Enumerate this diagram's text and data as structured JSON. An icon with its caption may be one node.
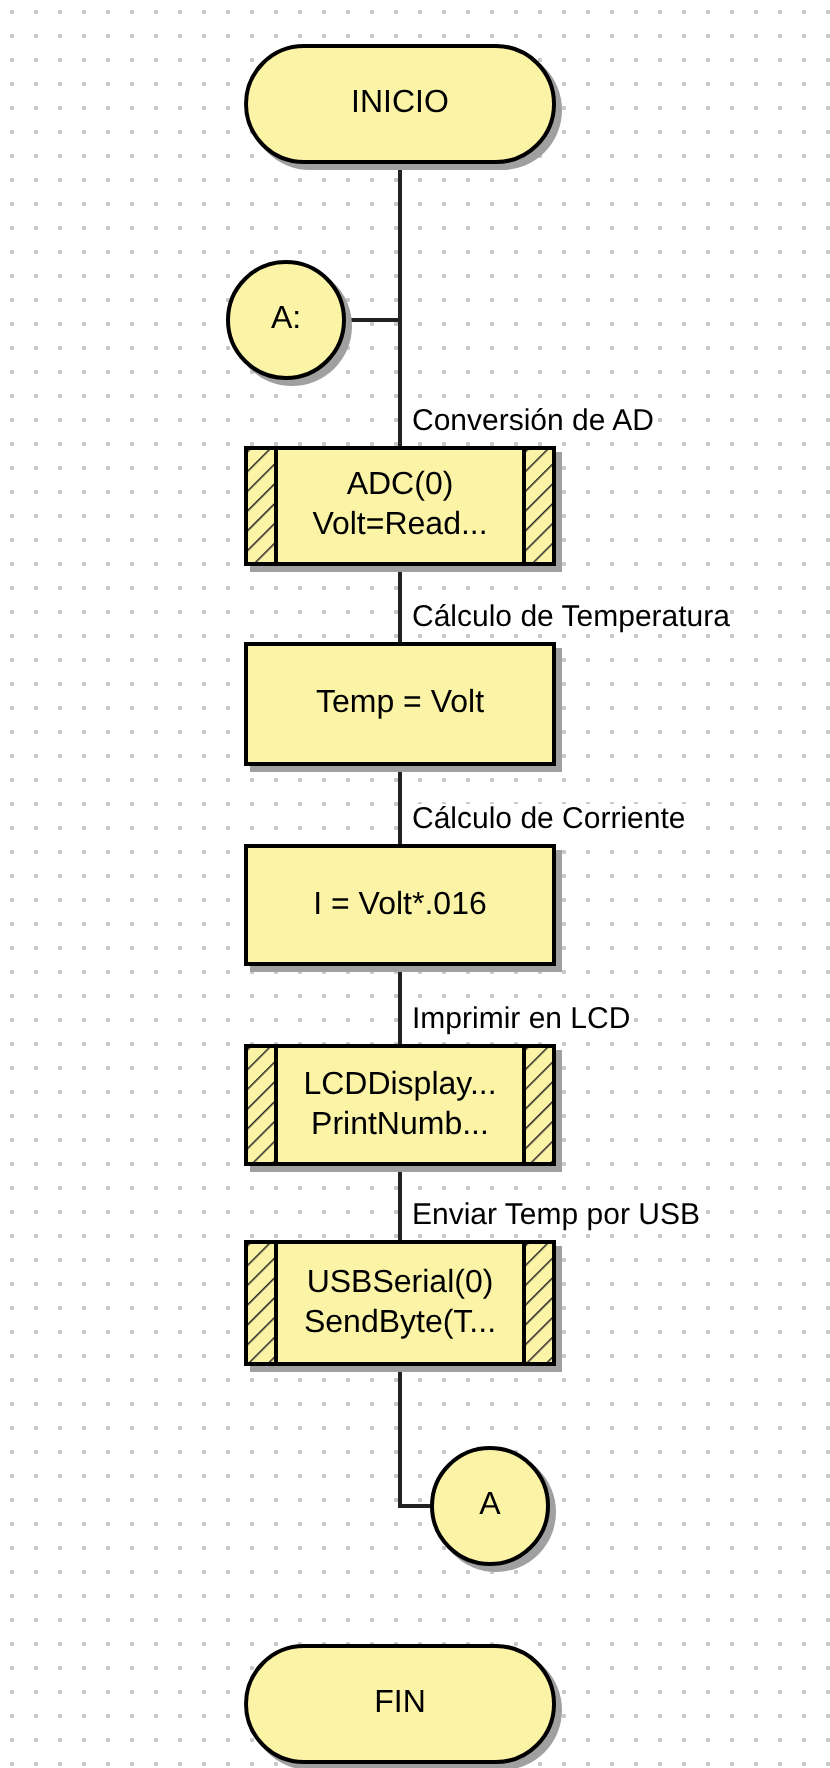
{
  "diagram": {
    "nodes": [
      {
        "text": [
          "INICIO"
        ]
      },
      {
        "text": [
          "A:"
        ]
      },
      {
        "text": [
          "ADC(0)",
          "Volt=Read..."
        ],
        "beside": [
          "Conversión de AD"
        ]
      },
      {
        "text": [
          "Temp = Volt"
        ],
        "beside": [
          "Cálculo de Temperatura"
        ]
      },
      {
        "text": [
          "I = Volt*.016"
        ],
        "beside": [
          "Cálculo de Corriente"
        ]
      },
      {
        "text": [
          "LCDDisplay...",
          "PrintNumb..."
        ],
        "beside": [
          "Imprimir en LCD"
        ]
      },
      {
        "text": [
          "USBSerial(0)",
          "SendByte(T..."
        ],
        "beside": [
          "Enviar Temp por USB"
        ]
      },
      {
        "text": [
          "A"
        ]
      },
      {
        "text": [
          "FIN"
        ]
      }
    ],
    "edges": [
      {
        "from": 0,
        "to": 2,
        "arrow": "none"
      },
      {
        "from": 1,
        "to": 2,
        "arrow": "none"
      },
      {
        "from": 2,
        "to": 3,
        "arrow": "none"
      },
      {
        "from": 3,
        "to": 4,
        "arrow": "none"
      },
      {
        "from": 4,
        "to": 5,
        "arrow": "none"
      },
      {
        "from": 5,
        "to": 6,
        "arrow": "none"
      },
      {
        "from": 6,
        "to": 7,
        "arrow": "none"
      }
    ]
  }
}
